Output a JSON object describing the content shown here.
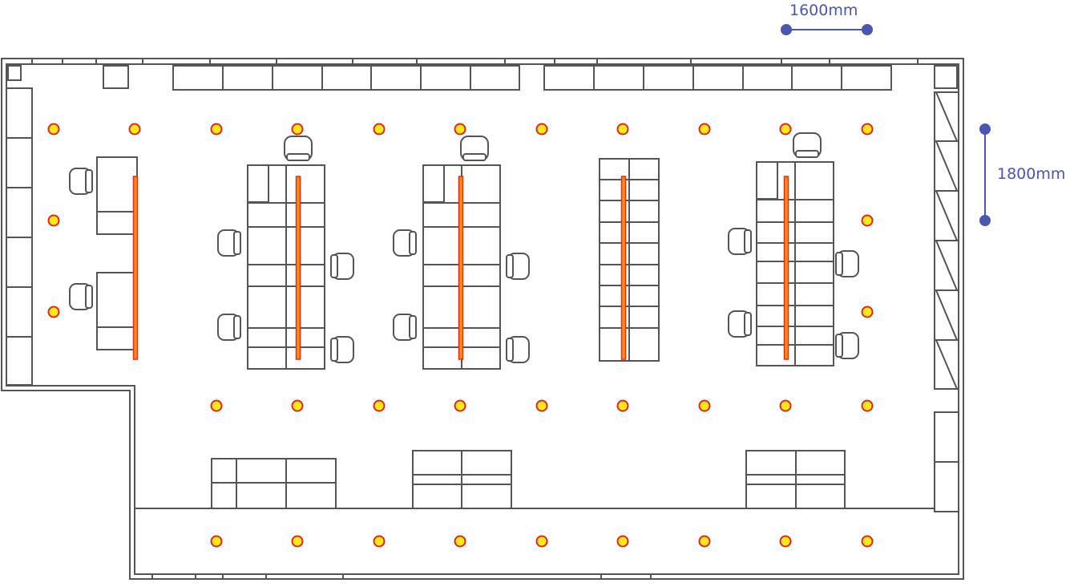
{
  "colors": {
    "wall": "#555555",
    "furniture": "#555555",
    "partition_fill": "#ff8a1c",
    "partition_stroke": "#e82b12",
    "light_fill": "#ffe81a",
    "light_stroke": "#e2261c",
    "dimension": "#4a56b0",
    "background": "#ffffff"
  },
  "dimensions": {
    "horizontal": {
      "label": "1600mm",
      "value_mm": 1600
    },
    "vertical": {
      "label": "1800mm",
      "value_mm": 1800
    }
  },
  "icons": {
    "light": "circle",
    "chair": "office-chair"
  }
}
